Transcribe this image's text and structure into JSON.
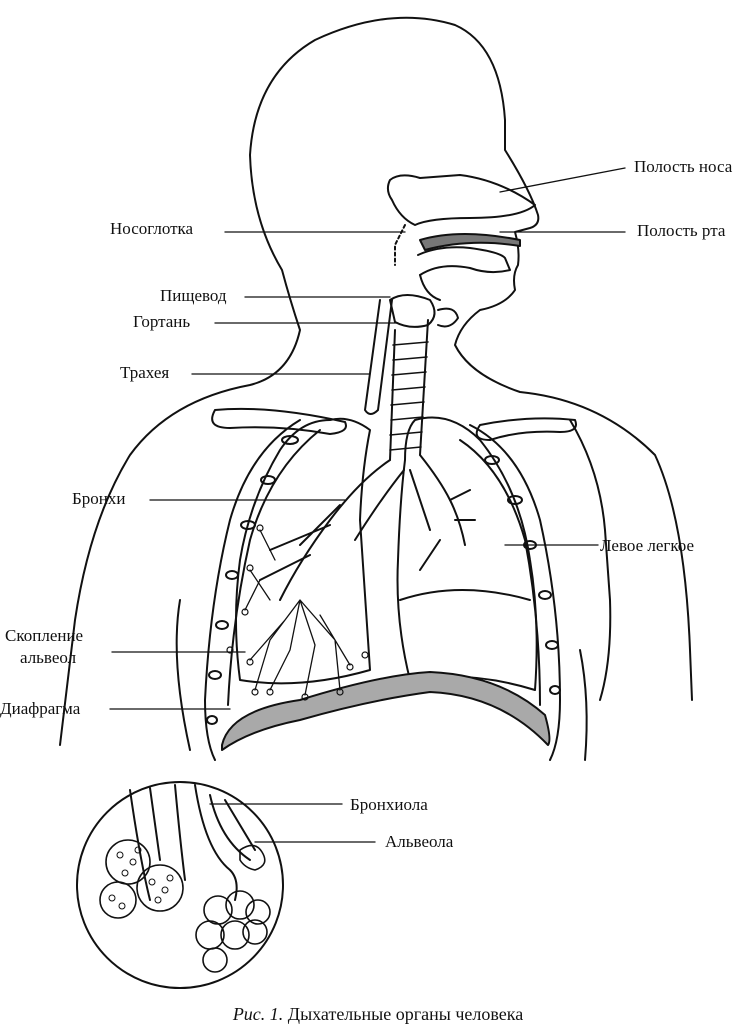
{
  "labels": {
    "nasal_cavity": "Полость носа",
    "oral_cavity": "Полость рта",
    "nasopharynx": "Носоглотка",
    "esophagus": "Пищевод",
    "larynx": "Гортань",
    "trachea": "Трахея",
    "bronchi": "Бронхи",
    "left_lung": "Левое легкое",
    "alveoli_cluster_line1": "Скопление",
    "alveoli_cluster_line2": "альвеол",
    "diaphragm": "Диафрагма",
    "bronchiole": "Бронхиола",
    "alveolus": "Альвеола"
  },
  "caption": {
    "prefix": "Рис. 1.",
    "text": " Дыхательные органы человека"
  },
  "colors": {
    "line": "#111111",
    "diaphragm_fill": "#a9a9a9",
    "palate_fill": "#777777"
  }
}
